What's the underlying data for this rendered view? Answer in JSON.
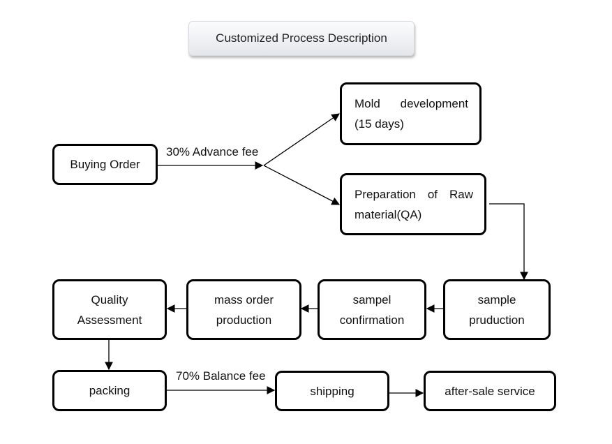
{
  "title": "Customized Process Description",
  "nodes": {
    "buying_order": "Buying Order",
    "mold_development": "Mold development (15 days)",
    "raw_material": "Preparation of Raw material(QA)",
    "sample_production": "sample pruduction",
    "sample_confirmation": "sampel confirmation",
    "mass_production": "mass order production",
    "quality_assessment": "Quality Assessment",
    "packing": "packing",
    "shipping": "shipping",
    "after_sale": "after-sale service"
  },
  "edge_labels": {
    "advance_fee": "30% Advance fee",
    "balance_fee": "70% Balance fee"
  }
}
